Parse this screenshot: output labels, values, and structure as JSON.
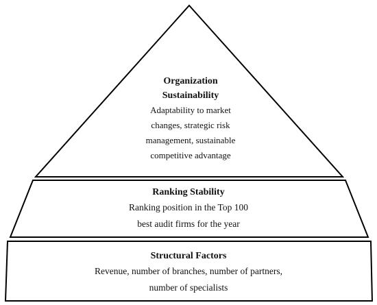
{
  "pyramid": {
    "tiers": [
      {
        "title_line1": "Organization",
        "title_line2": "Sustainability",
        "desc_lines": [
          "Adaptability to market",
          "changes, strategic risk",
          "management, sustainable",
          "competitive advantage"
        ]
      },
      {
        "title_line1": "Ranking Stability",
        "desc_lines": [
          "Ranking position in the Top 100",
          "best audit firms for the year"
        ]
      },
      {
        "title_line1": "Structural Factors",
        "desc_lines": [
          "Revenue, number of branches, number of partners,",
          "number of specialists"
        ]
      }
    ]
  }
}
